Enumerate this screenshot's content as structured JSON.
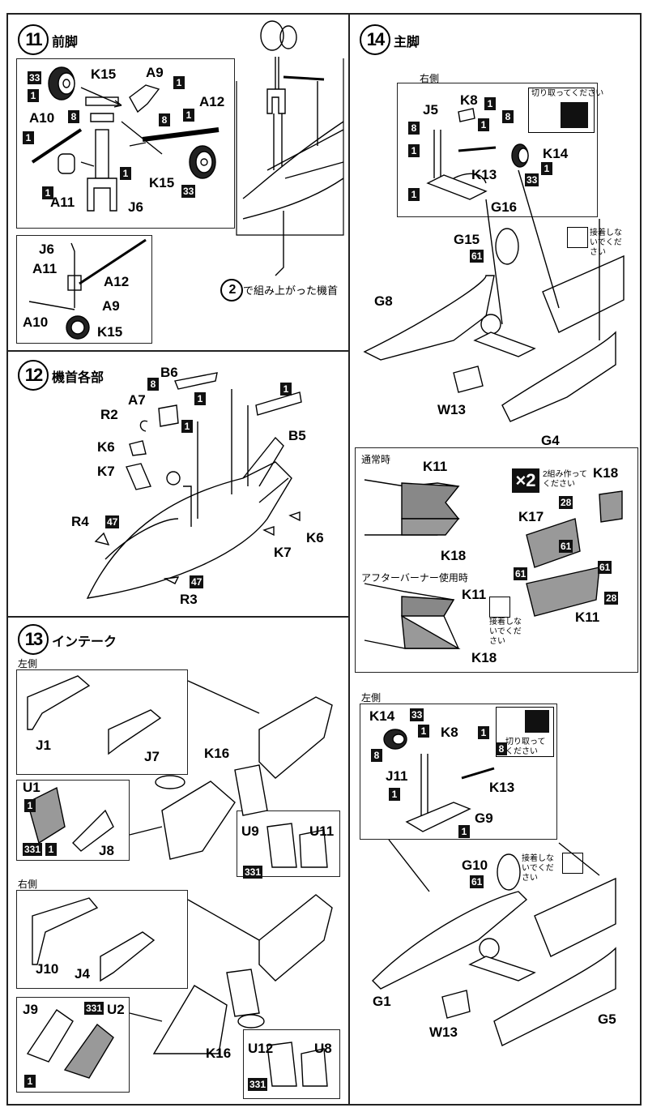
{
  "step11": {
    "num": "11",
    "title": "前脚",
    "labels": {
      "k15a": "K15",
      "a9": "A9",
      "a10": "A10",
      "a12": "A12",
      "k15b": "K15",
      "a11": "A11",
      "j6": "J6"
    },
    "paints": {
      "p33a": "33",
      "p1a": "1",
      "p1b": "1",
      "p8a": "8",
      "p1c": "1",
      "p8b": "8",
      "p1d": "1",
      "p1e": "1",
      "p1f": "1",
      "p33b": "33"
    },
    "detail": {
      "j6": "J6",
      "a11": "A11",
      "a12": "A12",
      "a9": "A9",
      "a10": "A10",
      "k15": "K15"
    },
    "note_num": "2",
    "note": "で組み上がった機首"
  },
  "step12": {
    "num": "12",
    "title": "機首各部",
    "labels": {
      "b6": "B6",
      "a7": "A7",
      "r2": "R2",
      "b5": "B5",
      "k6a": "K6",
      "k7a": "K7",
      "r4": "R4",
      "k6b": "K6",
      "k7b": "K7",
      "r3": "R3"
    },
    "paints": {
      "p8": "8",
      "p1a": "1",
      "p1b": "1",
      "p1c": "1",
      "p47a": "47",
      "p47b": "47"
    }
  },
  "step13": {
    "num": "13",
    "title": "インテーク",
    "left": "左側",
    "right": "右側",
    "labels": {
      "j1": "J1",
      "j7": "J7",
      "k16a": "K16",
      "u1": "U1",
      "j8": "J8",
      "u9": "U9",
      "u11": "U11",
      "j10": "J10",
      "j4": "J4",
      "j9": "J9",
      "u2": "U2",
      "k16b": "K16",
      "u12": "U12",
      "u8": "U8"
    },
    "paints": {
      "p1a": "1",
      "p331a": "331",
      "p1b": "1",
      "p331b": "331",
      "p331c": "331",
      "p1c": "1",
      "p331d": "331"
    }
  },
  "step14": {
    "num": "14",
    "title": "主脚",
    "right_side": "右側",
    "left_side": "左側",
    "cut_note": "切り取ってください",
    "no_glue": "接着しないでください",
    "normal": "通常時",
    "afterburner": "アフターバーナー使用時",
    "x2": "×2",
    "x2_note": "2組み作ってください",
    "labels": {
      "k8a": "K8",
      "j5": "J5",
      "k14a": "K14",
      "k13a": "K13",
      "g16": "G16",
      "g15": "G15",
      "g8": "G8",
      "w13a": "W13",
      "g4": "G4",
      "k11a": "K11",
      "k18a": "K18",
      "k18b": "K18",
      "k17": "K17",
      "k11b": "K11",
      "k11c": "K11",
      "k18c": "K18",
      "k14b": "K14",
      "k8b": "K8",
      "j11": "J11",
      "k13b": "K13",
      "g9": "G9",
      "g10": "G10",
      "g1": "G1",
      "w13b": "W13",
      "g5": "G5"
    },
    "paints": {
      "p1a": "1",
      "p8a": "8",
      "p8b": "8",
      "p1b": "1",
      "p1c": "1",
      "p1d": "1",
      "p33a": "33",
      "p1e": "1",
      "p61a": "61",
      "p28a": "28",
      "p61b": "61",
      "p61c": "61",
      "p61d": "61",
      "p28b": "28",
      "p33b": "33",
      "p1f": "1",
      "p1g": "1",
      "p8c": "8",
      "p8d": "8",
      "p1h": "1",
      "p1i": "1",
      "p61e": "61"
    }
  }
}
